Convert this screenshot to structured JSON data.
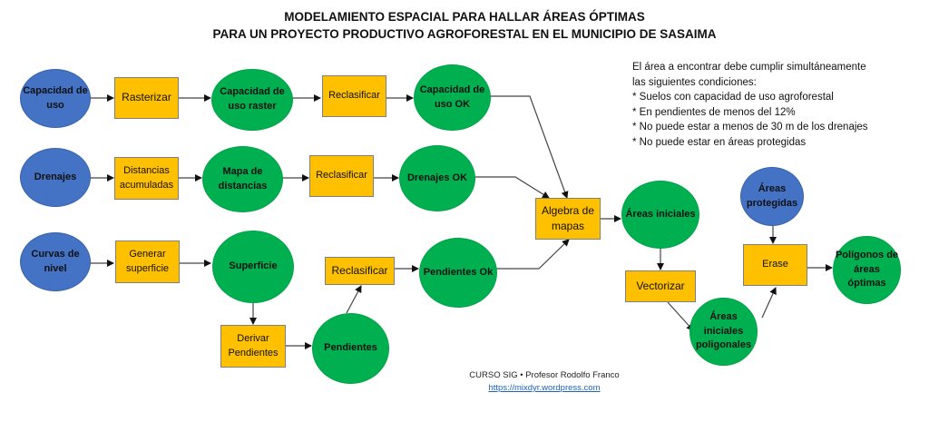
{
  "title": {
    "line1": "MODELAMIENTO ESPACIAL PARA HALLAR ÁREAS ÓPTIMAS",
    "line2": "PARA UN PROYECTO PRODUCTIVO AGROFORESTAL EN EL MUNICIPIO DE SASAIMA"
  },
  "colors": {
    "input": "#4472c4",
    "output": "#00b050",
    "process": "#ffc000",
    "link": "#1f5fbf"
  },
  "nodes": {
    "capacidad_uso": "Capacidad de uso",
    "rasterizar": "Rasterizar",
    "capacidad_uso_raster": "Capacidad de uso raster",
    "reclasificar_1": "Reclasificar",
    "capacidad_uso_ok": "Capacidad de uso OK",
    "drenajes": "Drenajes",
    "distancias_acumuladas": "Distancias acumuladas",
    "mapa_distancias": "Mapa de distancias",
    "reclasificar_2": "Reclasificar",
    "drenajes_ok": "Drenajes OK",
    "curvas_nivel": "Curvas de nivel",
    "generar_superficie": "Generar superficie",
    "superficie": "Superficie",
    "derivar_pendientes": "Derivar Pendientes",
    "pendientes": "Pendientes",
    "reclasificar_3": "Reclasificar",
    "pendientes_ok": "Pendientes Ok",
    "algebra_mapas": "Algebra de mapas",
    "areas_iniciales": "Áreas iniciales",
    "vectorizar": "Vectorizar",
    "areas_iniciales_poligonales": "Áreas iniciales poligonales",
    "areas_protegidas": "Áreas protegidas",
    "erase": "Erase",
    "poligonos_areas_optimas": "Polígonos de áreas óptimas"
  },
  "notes": [
    "El área a encontrar debe cumplir simultáneamente",
    "las siguientes condiciones:",
    "* Suelos con capacidad de uso agroforestal",
    "* En pendientes de menos del 12%",
    "* No puede estar a menos de 30 m de los drenajes",
    "* No puede estar en áreas protegidas"
  ],
  "footer": {
    "credit": "CURSO SIG • Profesor Rodolfo Franco",
    "link": "https://mixdyr.wordpress.com"
  }
}
